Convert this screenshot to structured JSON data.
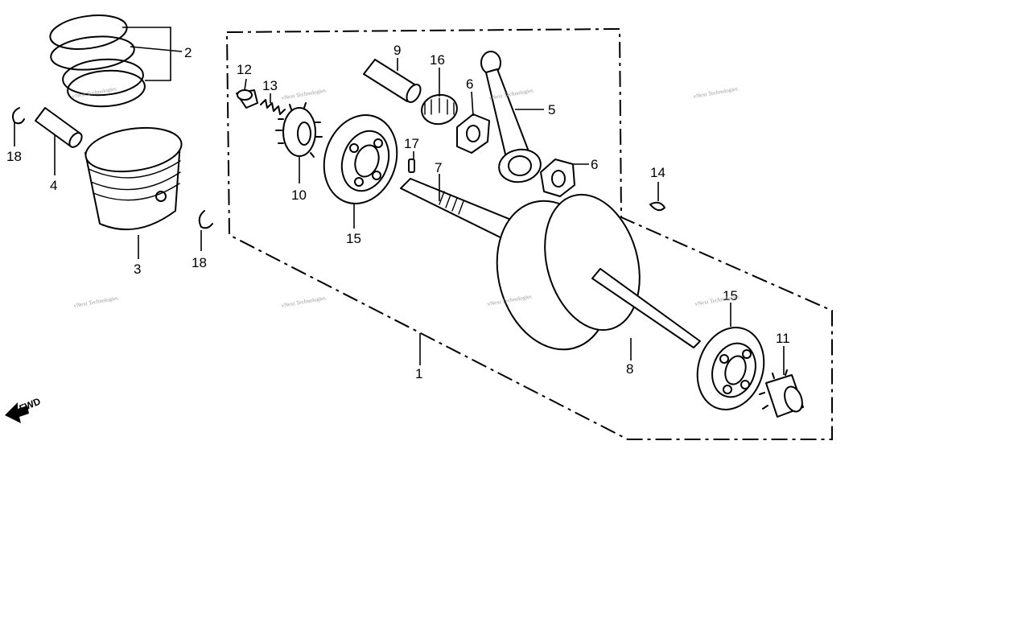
{
  "callouts": [
    "1",
    "2",
    "3",
    "4",
    "5",
    "6",
    "6",
    "7",
    "8",
    "9",
    "10",
    "11",
    "12",
    "13",
    "14",
    "15",
    "15",
    "16",
    "17",
    "18",
    "18"
  ],
  "watermark": "vNext Technologies",
  "fwd_label": "FWD",
  "colors": {
    "line": "#000000",
    "background": "#ffffff",
    "watermark": "#9a9a9a"
  }
}
